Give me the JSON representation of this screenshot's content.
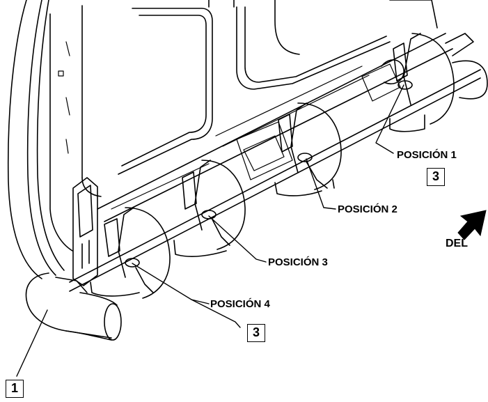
{
  "callouts": {
    "pos1": "POSICIÓN 1",
    "pos2": "POSICIÓN 2",
    "pos3": "POSICIÓN 3",
    "pos4": "POSICIÓN 4",
    "front": "DEL"
  },
  "markers": {
    "clip_a": "3",
    "clip_b": "3",
    "pipe": "1"
  }
}
